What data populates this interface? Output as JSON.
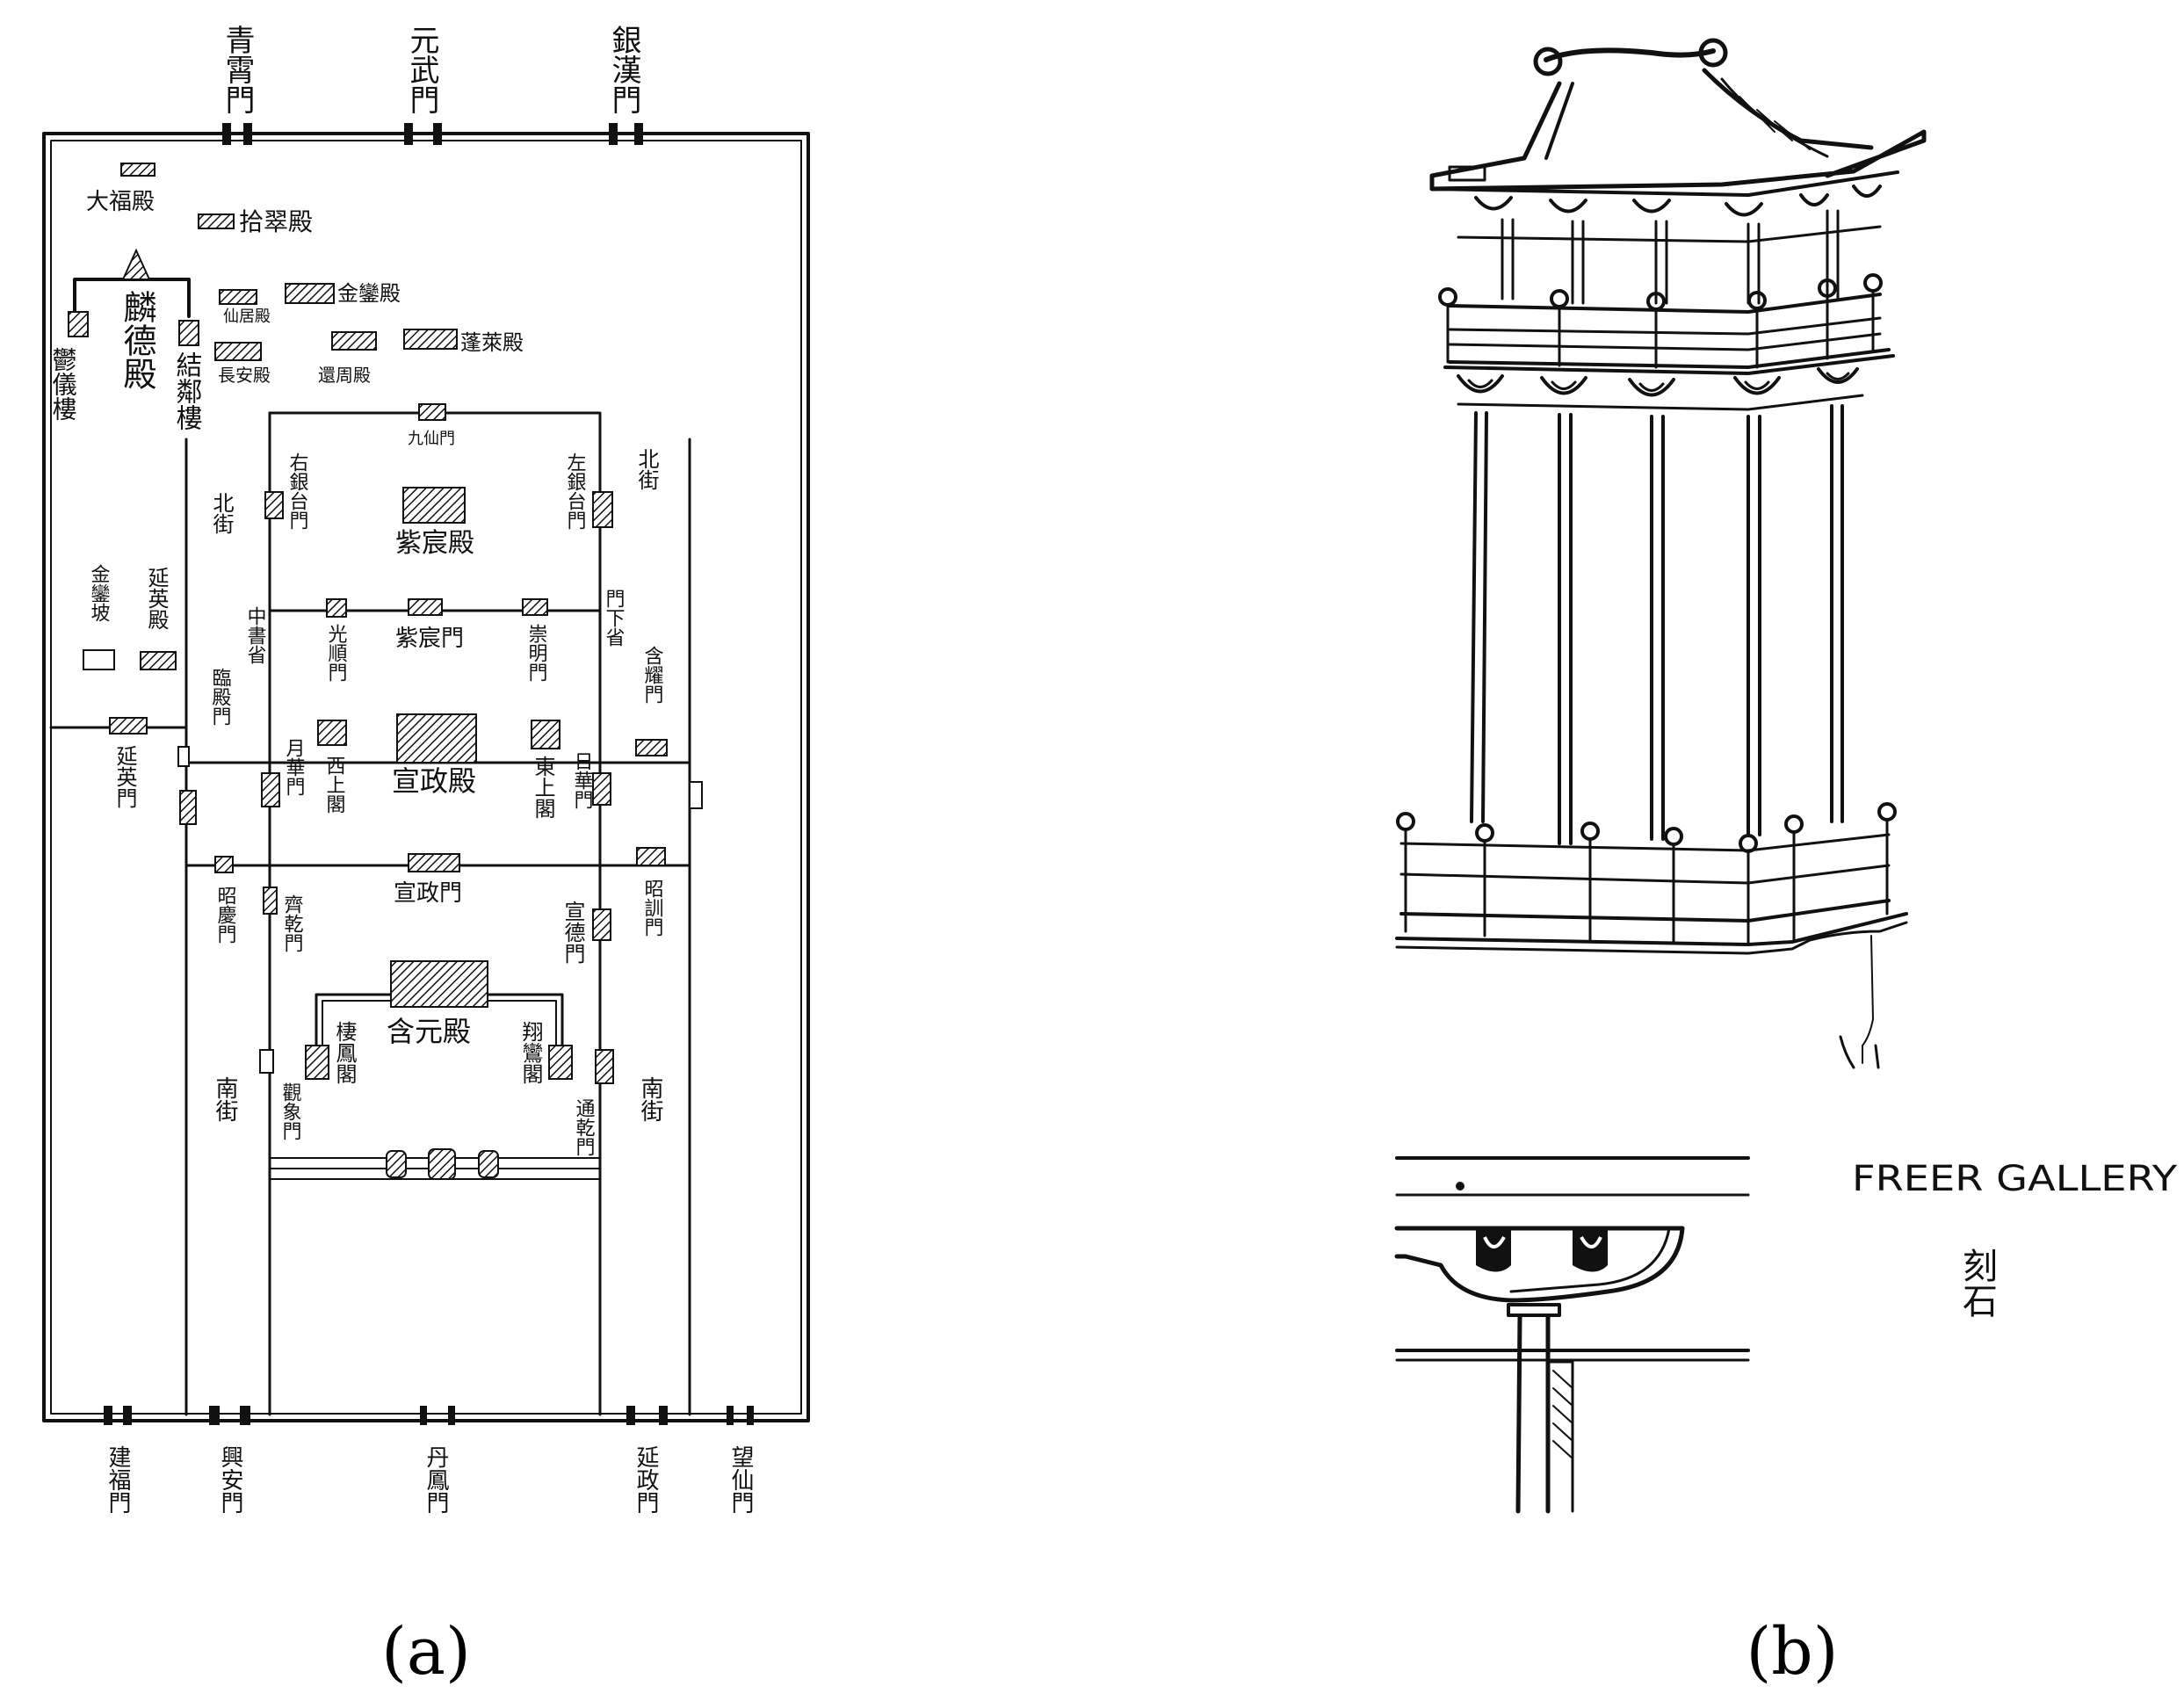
{
  "panels": [
    {
      "caption": "(a)",
      "labels": {
        "north_gates": [
          "青霄門",
          "元武門",
          "銀漢門"
        ],
        "south_gates": [
          "建福門",
          "興安門",
          "丹鳳門",
          "延政門",
          "望仙門"
        ],
        "dafu_dian": "大福殿",
        "shicui_dian": "拾翠殿",
        "jinluan_dian": "金鑾殿",
        "xianju_dian": "仙居殿",
        "penglai_dian": "蓬萊殿",
        "changan_dian": "長安殿",
        "huanzhou_dian": "還周殿",
        "linde_dian": "麟德殿",
        "yuyi_lou": "鬱儀樓",
        "jielin_lou": "結鄰樓",
        "jiuxian_men": "九仙門",
        "zichen_dian": "紫宸殿",
        "zichen_men": "紫宸門",
        "you_yintai_men": "右銀台門",
        "zuo_yintai_men": "左銀台門",
        "bei_jie_w": "北街",
        "bei_jie_e": "北街",
        "jinluan_po": "金鑾坡",
        "yanying_dian": "延英殿",
        "zhongshusheng": "中書省",
        "guangshun_men": "光順門",
        "chongming_men": "崇明門",
        "menxiasheng": "門下省",
        "hanyao_men": "含耀門",
        "yanying_men": "延英門",
        "linzhu_men": "臨殿門",
        "yuehua_men": "月華門",
        "xishang_ge": "西上閣",
        "xuanzheng_dian": "宣政殿",
        "dongshang_ge": "東上閣",
        "rihua_men": "日華門",
        "xuanzheng_men": "宣政門",
        "zhaoqing_men": "昭慶門",
        "qiqian_men": "齊乾門",
        "xuande_men": "宣德門",
        "zhaoxun_men": "昭訓門",
        "hanyuan_dian": "含元殿",
        "qifeng_ge": "棲鳳閣",
        "xiangluan_ge": "翔鸞閣",
        "nan_jie_w": "南街",
        "nan_jie_e": "南街",
        "guanxiang_men": "觀象門",
        "tongqian_men": "通乾門"
      }
    },
    {
      "caption": "(b)",
      "labels": {
        "gallery_note": "FREER GALLERY",
        "stone_note": "刻石"
      }
    }
  ]
}
